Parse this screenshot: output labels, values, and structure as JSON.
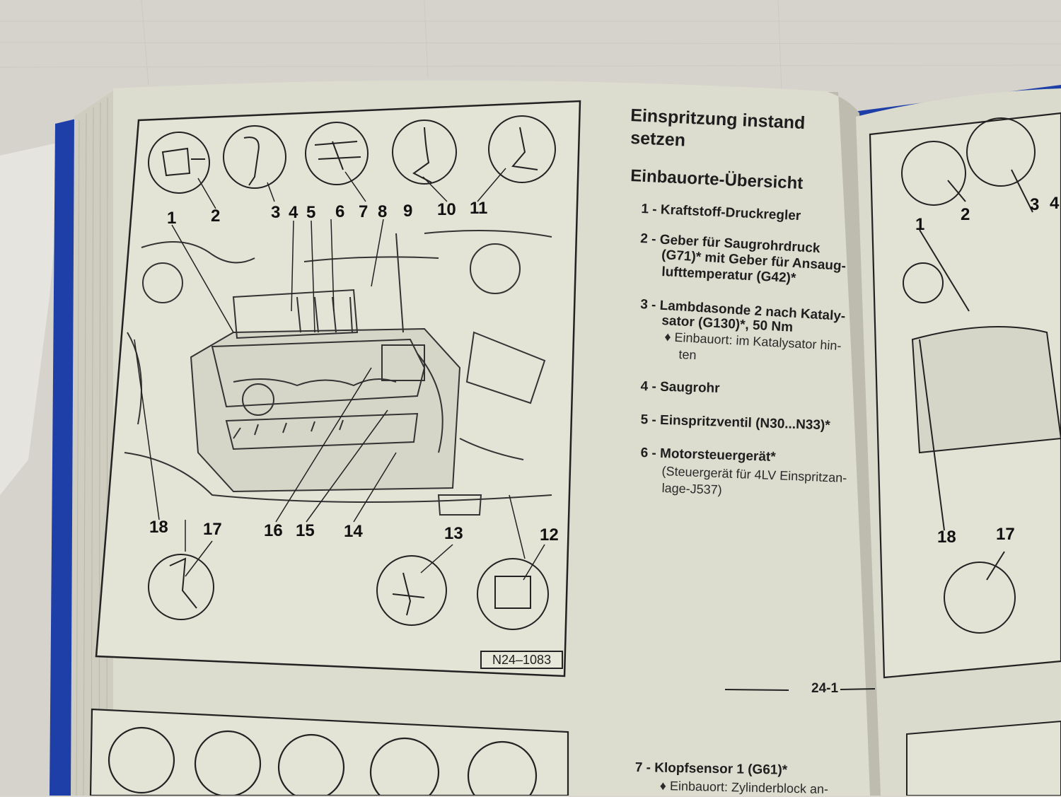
{
  "page": {
    "title_line1": "Einspritzung instand",
    "title_line2": "setzen",
    "subtitle": "Einbauorte-Übersicht",
    "figure_code": "N24–1083",
    "page_number": "24-1"
  },
  "items": [
    {
      "label": "1 - Kraftstoff-Druckregler"
    },
    {
      "label_l1": "2 - Geber   für   Saugrohrdruck",
      "label_l2": "(G71)* mit Geber für Ansaug-",
      "label_l3": "lufttemperatur (G42)*"
    },
    {
      "label_l1": "3 - Lambdasonde 2 nach Kataly-",
      "label_l2": "sator (G130)*, 50 Nm",
      "note_l1": "♦ Einbauort: im Katalysator hin-",
      "note_l2": "ten"
    },
    {
      "label": "4 - Saugrohr"
    },
    {
      "label": "5 - Einspritzventil (N30...N33)*"
    },
    {
      "label": "6 - Motorsteuergerät*",
      "note_l1": "(Steuergerät für 4LV Einspritzan-",
      "note_l2": "lage-J537)"
    },
    {
      "label": "7 - Klopfsensor 1 (G61)*",
      "note_l1": "♦ Einbauort: Zylinderblock an-"
    }
  ],
  "callouts": {
    "c1": "1",
    "c2": "2",
    "c3": "3",
    "c4": "4",
    "c5": "5",
    "c6": "6",
    "c7": "7",
    "c8": "8",
    "c9": "9",
    "c10": "10",
    "c11": "11",
    "c12": "12",
    "c13": "13",
    "c14": "14",
    "c15": "15",
    "c16": "16",
    "c17": "17",
    "c18": "18"
  },
  "right_page_callouts": {
    "r1": "1",
    "r2": "2",
    "r3": "3",
    "r4": "4",
    "r17": "17",
    "r18": "18"
  },
  "colors": {
    "paper": "#ddddd0",
    "ink": "#1e1e1e",
    "binder": "#1e3fa8"
  }
}
